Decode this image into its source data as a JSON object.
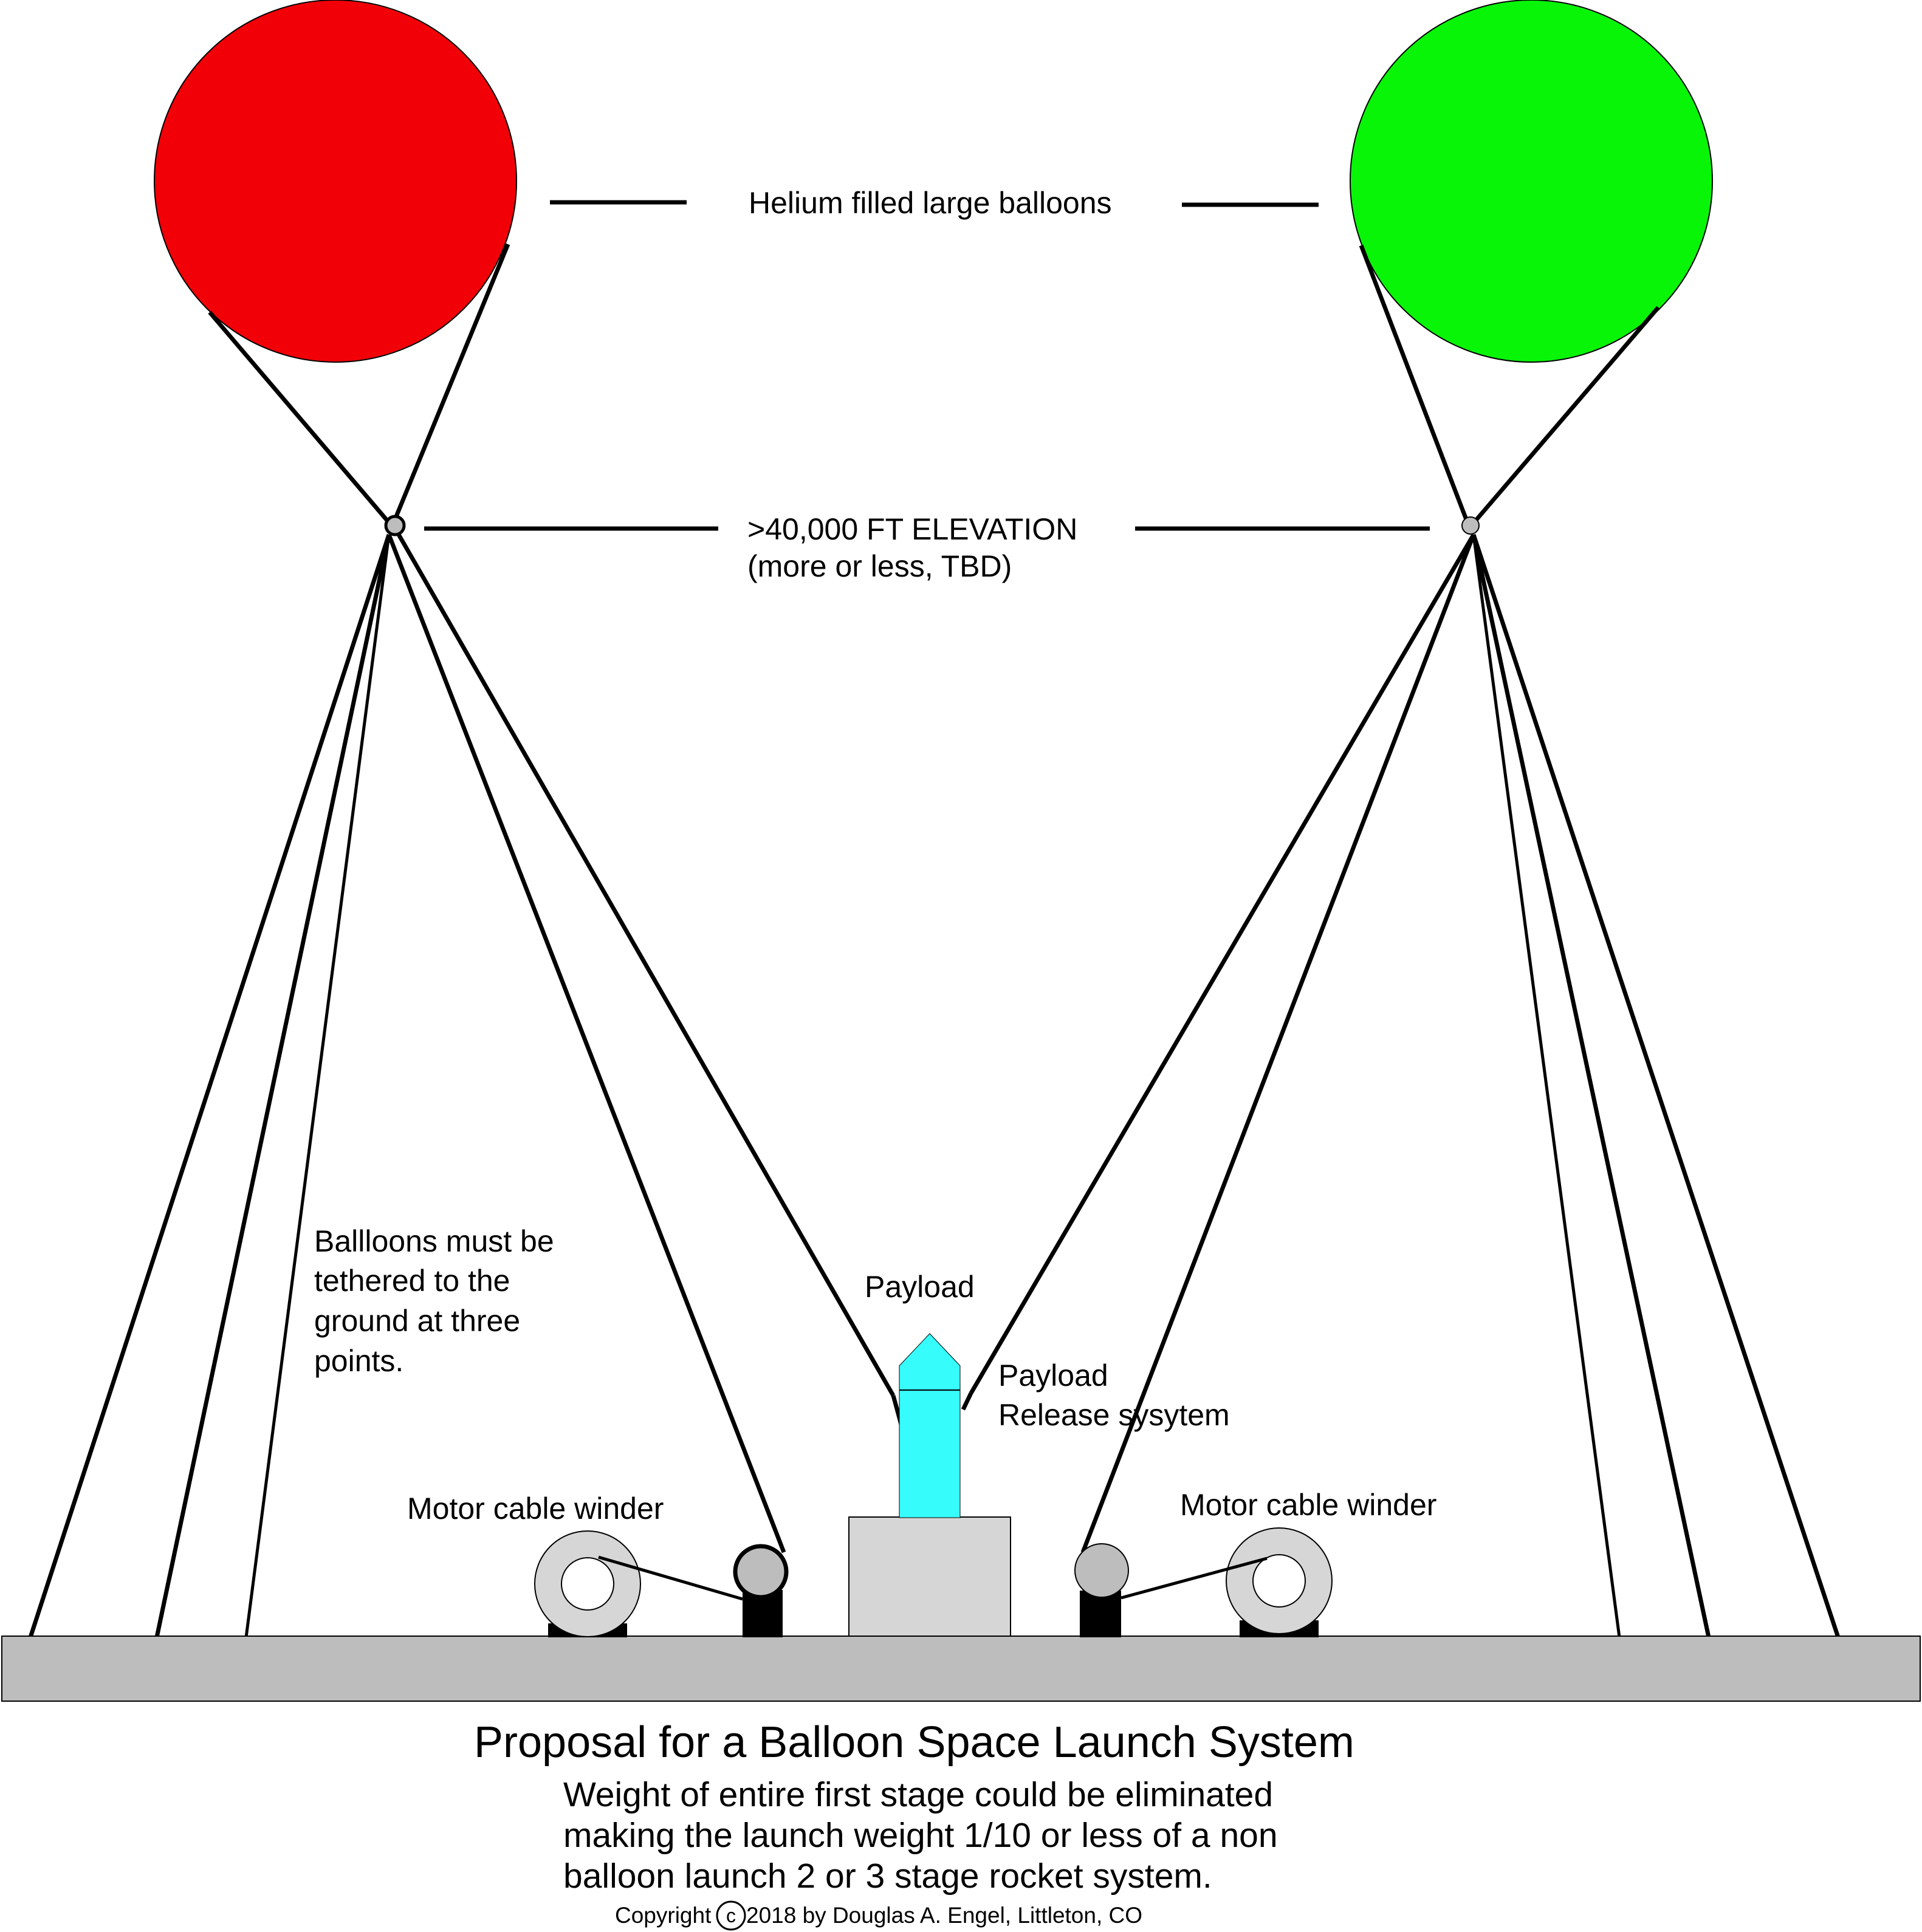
{
  "diagram": {
    "labels": {
      "helium": "Helium filled large balloons",
      "elevation_line1": ">40,000 FT ELEVATION",
      "elevation_line2": "(more or less, TBD)",
      "tether_note": [
        "Ballloons must be",
        "tethered to the",
        "ground at three",
        "points."
      ],
      "payload": "Payload",
      "release_line1": "Payload",
      "release_line2": "Release sysytem",
      "winder_left": "Motor cable winder",
      "winder_right": "Motor cable winder",
      "title": "Proposal for a Balloon Space Launch System",
      "subtitle": [
        "Weight of entire first stage could be eliminated",
        "making the launch weight 1/10 or less of a non",
        "balloon launch 2 or 3 stage rocket system."
      ],
      "copyright_prefix": "Copyright",
      "copyright_symbol": "c",
      "copyright_rest": " 2018 by Douglas A. Engel, Littleton, CO"
    },
    "colors": {
      "left_balloon": "#f20008",
      "right_balloon": "#08f508",
      "payload": "#37fcfc",
      "ground": "#bdbdbd",
      "winder": "#d6d6d6",
      "release_base": "#d6d6d6",
      "motor_base": "#000000"
    }
  }
}
